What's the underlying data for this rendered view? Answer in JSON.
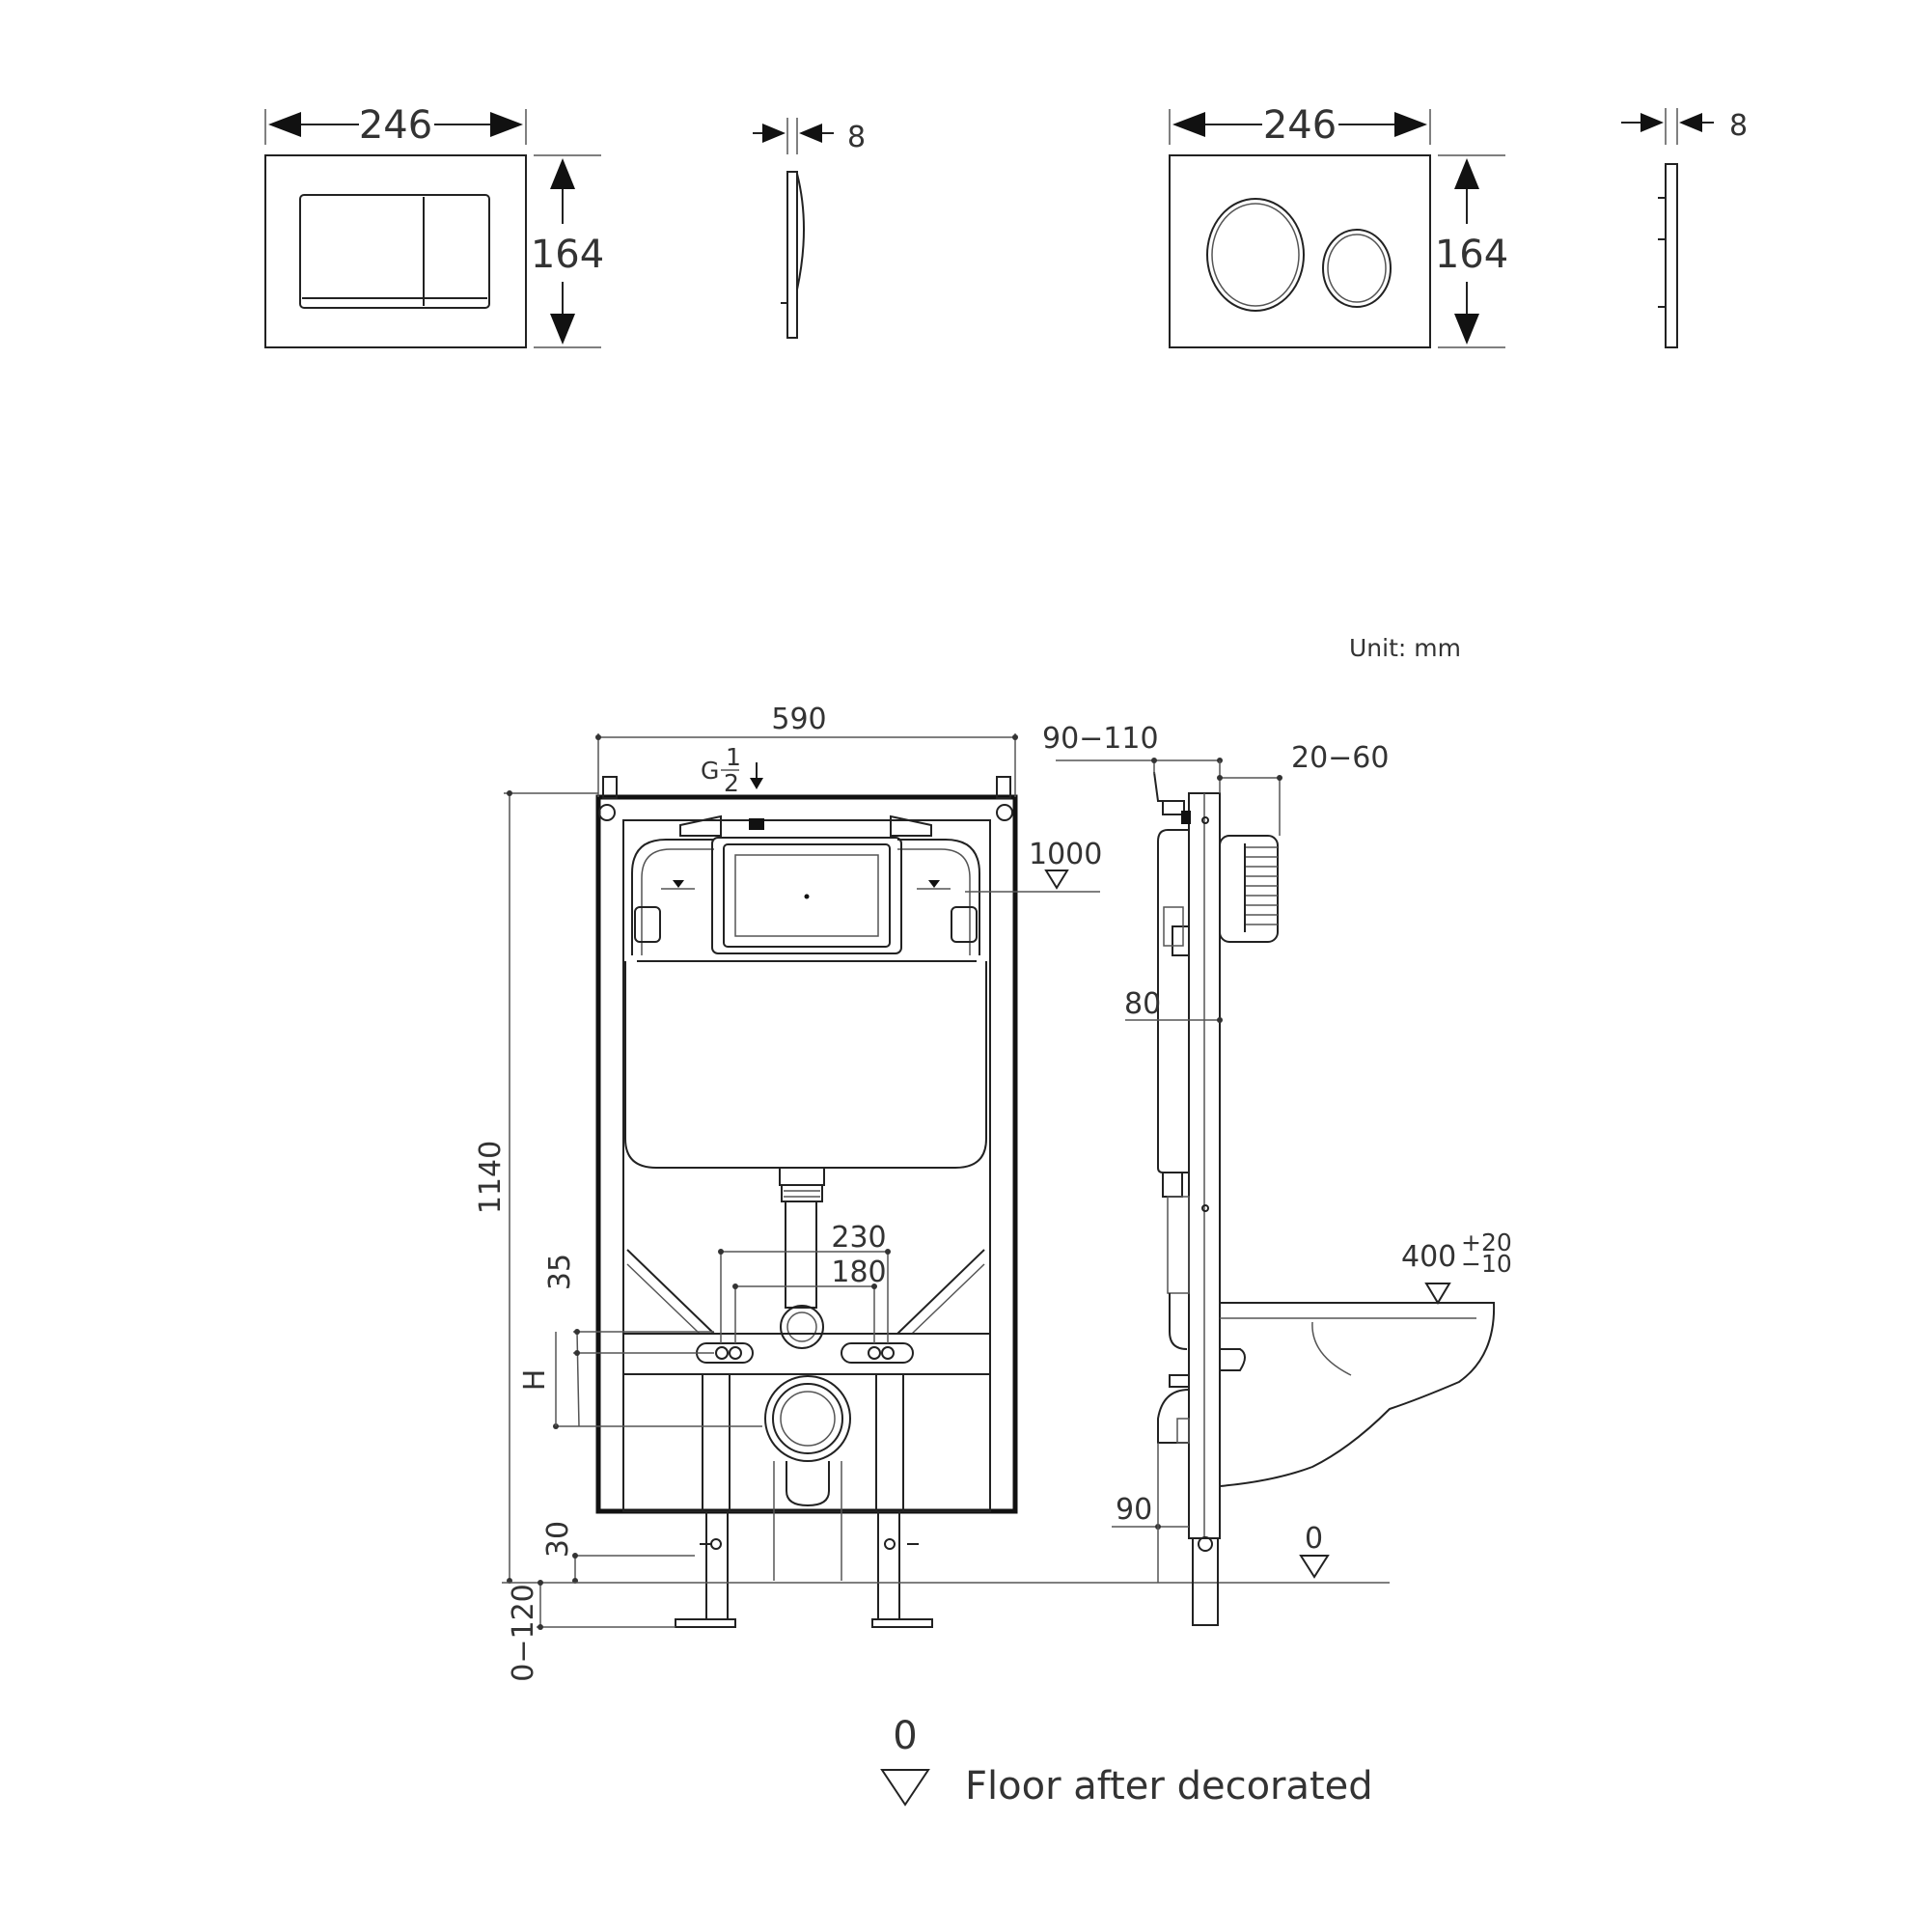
{
  "plates": {
    "rect": {
      "width": "246",
      "height": "164",
      "depth": "8"
    },
    "round": {
      "width": "246",
      "height": "164",
      "depth": "8"
    }
  },
  "unit": "Unit: mm",
  "frame_dims": {
    "width": "590",
    "height": "1140",
    "inlet_main": "G",
    "inlet_num": "1",
    "inlet_den": "2",
    "plate_height": "1000",
    "depth_range": "90−110",
    "wall_range": "20−60",
    "offset_80": "80",
    "spacing_230": "230",
    "spacing_180": "180",
    "dim_35": "35",
    "dim_h": "H",
    "dim_30": "30",
    "leg_range": "0−120",
    "dim_90": "90",
    "bowl_height": "400",
    "bowl_tol_plus": "+20",
    "bowl_tol_minus": "−10",
    "floor_zero": "0"
  },
  "legend": {
    "zero": "0",
    "label": "Floor after decorated"
  }
}
